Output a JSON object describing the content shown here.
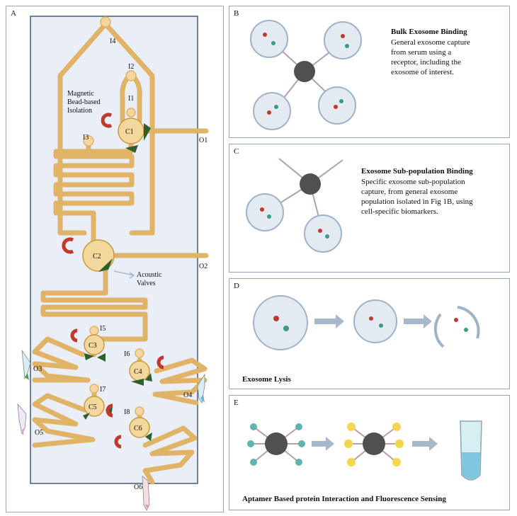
{
  "panels": {
    "a": {
      "label": "A"
    },
    "b": {
      "label": "B",
      "title": "Bulk Exosome Binding",
      "lines": [
        "General exosome capture",
        "from serum using a",
        "receptor, including the",
        "exosome of interest."
      ]
    },
    "c": {
      "label": "C",
      "title": "Exosome Sub-population Binding",
      "lines": [
        "Specific exosome sub-population",
        "capture, from general exosome",
        "population isolated in Fig 1B, using",
        "cell-specific biomarkers."
      ]
    },
    "d": {
      "label": "D",
      "caption": "Exosome Lysis"
    },
    "e": {
      "label": "E",
      "caption": "Aptamer Based protein Interaction and Fluorescence Sensing"
    }
  },
  "chip": {
    "inlets": [
      "I4",
      "I2",
      "I1",
      "I3",
      "I5",
      "I6",
      "I7",
      "I8"
    ],
    "chambers": [
      "C1",
      "C2",
      "C3",
      "C4",
      "C5",
      "C6"
    ],
    "outlets": [
      "O1",
      "O2",
      "O3",
      "O4",
      "O5",
      "O6"
    ],
    "annotations": {
      "magnetic": [
        "Magnetic",
        "Bead-based",
        "Isolation"
      ],
      "acoustic": [
        "Acoustic",
        "Valves"
      ]
    }
  },
  "colors": {
    "channel": "#f4d7a0",
    "channel_edge": "#e0b367",
    "chip_bg": "#e9eef7",
    "chip_edge": "#3d5a80",
    "magnet_red": "#c0392b",
    "valve_green": "#2e5f2e",
    "bead": "#505050",
    "arrow": "#a8b8cc"
  }
}
